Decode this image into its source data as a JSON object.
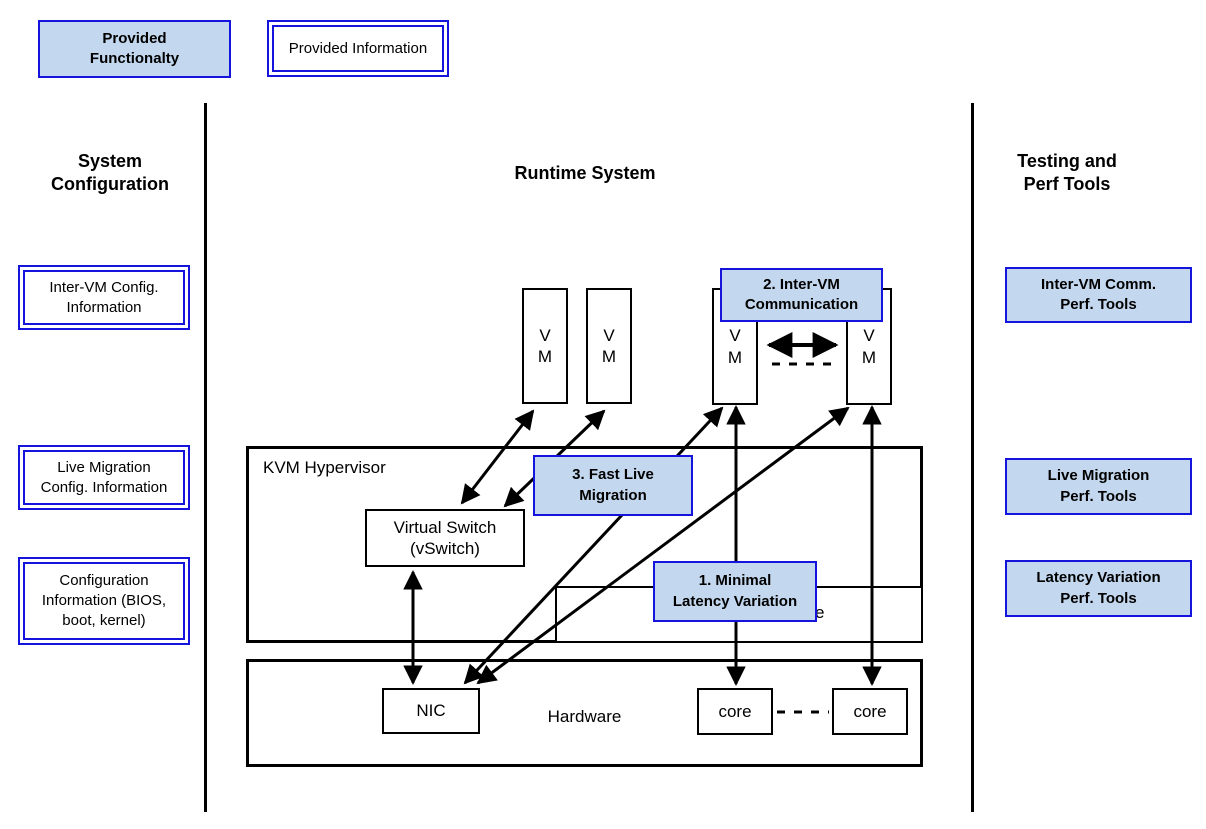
{
  "colors": {
    "accent_fill": "#c3d7ee",
    "accent_border": "#1414dc",
    "diagram_line": "#000000"
  },
  "legend": {
    "functionality": "Provided\nFunctionalty",
    "information": "Provided Information"
  },
  "left_column": {
    "heading": "System\nConfiguration",
    "boxes": [
      {
        "label": "Inter-VM Config.\nInformation"
      },
      {
        "label": "Live Migration\nConfig. Information"
      },
      {
        "label": "Configuration\nInformation (BIOS,\nboot, kernel)"
      }
    ]
  },
  "runtime": {
    "heading": "Runtime System",
    "kvm_label": "KVM Hypervisor",
    "vswitch_label": "Virtual Switch\n(vSwitch)",
    "vm_label": "V\nM",
    "hidden_text_fragment": "e",
    "hardware_label": "Hardware",
    "nic_label": "NIC",
    "cores": [
      "core",
      "core"
    ],
    "callouts": [
      {
        "id": "minimal-latency-variation",
        "label": "1. Minimal\nLatency Variation"
      },
      {
        "id": "inter-vm-communication",
        "label": "2. Inter-VM\nCommunication"
      },
      {
        "id": "fast-live-migration",
        "label": "3. Fast Live\nMigration"
      }
    ]
  },
  "right_column": {
    "heading": "Testing and\nPerf Tools",
    "boxes": [
      {
        "label": "Inter-VM Comm.\nPerf. Tools"
      },
      {
        "label": "Live Migration\nPerf. Tools"
      },
      {
        "label": "Latency Variation\nPerf. Tools"
      }
    ]
  }
}
